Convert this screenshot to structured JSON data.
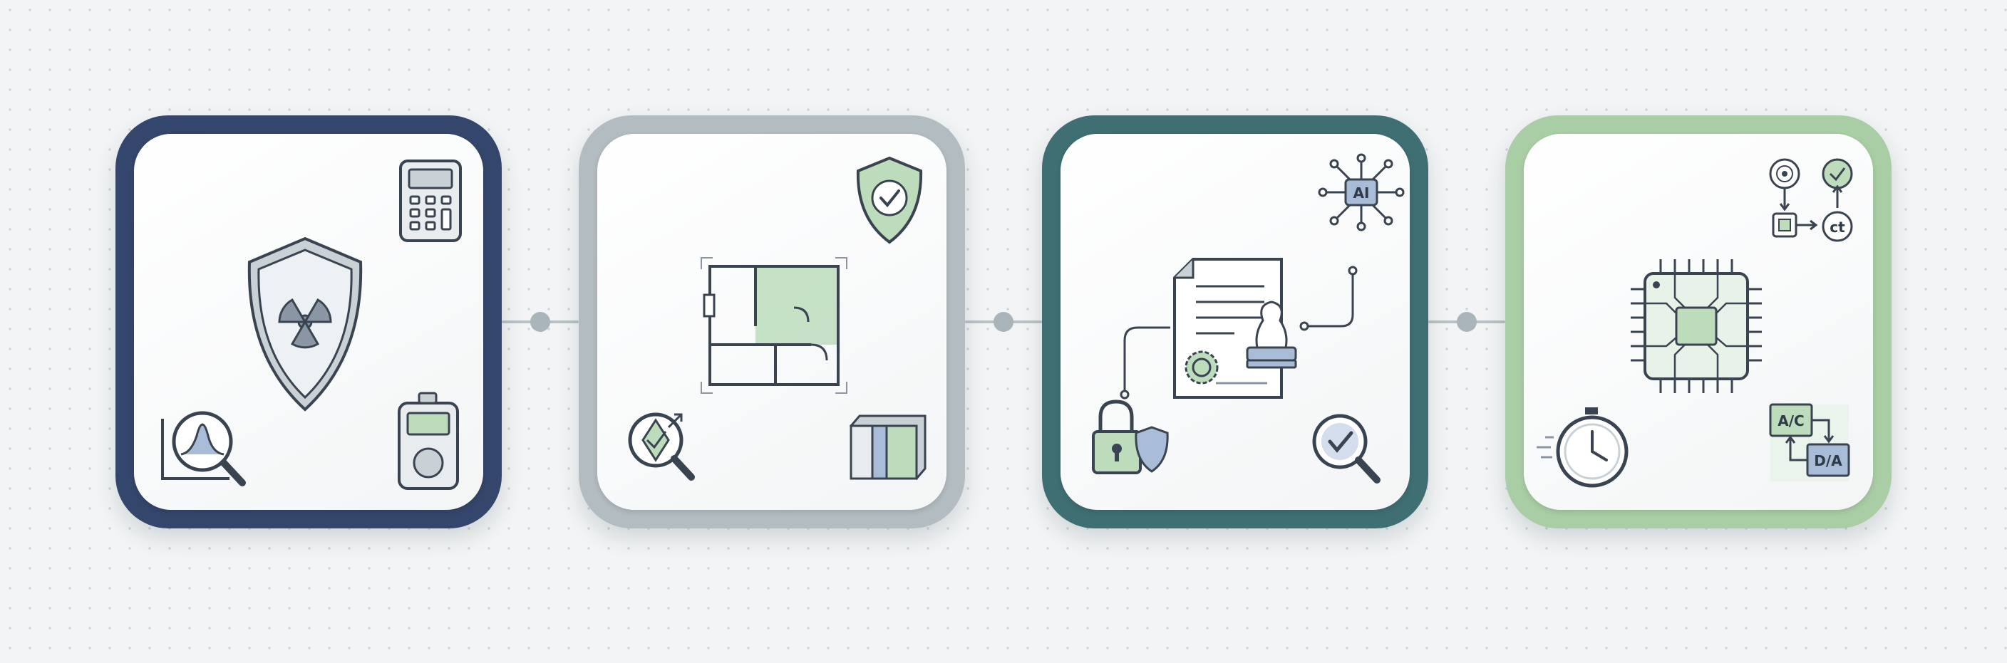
{
  "colors": {
    "background": "#f2f4f5",
    "card_1_border": "#34466b",
    "card_2_border": "#b3bcc1",
    "card_3_border": "#3f6f73",
    "card_4_border": "#a9cda5",
    "icon_stroke": "#3a4350",
    "icon_fill_gray": "#c9d0d6",
    "icon_fill_green": "#bcdcbc",
    "icon_fill_blue": "#a8bcd8",
    "connector": "#b8c2c6"
  },
  "cards": [
    {
      "icons": [
        "radiation-shield-icon",
        "calculator-icon",
        "spectrum-magnifier-icon",
        "dosimeter-icon"
      ]
    },
    {
      "icons": [
        "check-shield-icon",
        "floor-plan-icon",
        "verify-magnifier-icon",
        "shielding-block-icon"
      ]
    },
    {
      "icons": [
        "ai-chip-icon",
        "document-icon",
        "seal-icon",
        "stamp-icon",
        "padlock-shield-icon",
        "check-magnifier-icon"
      ]
    },
    {
      "icons": [
        "antenna-icon",
        "check-circle-icon",
        "small-chip-icon",
        "ct-circle-icon",
        "microchip-icon",
        "stopwatch-icon",
        "adc-dac-icon"
      ]
    }
  ],
  "labels": {
    "ai": "AI",
    "ct": "ct",
    "ac": "A/C",
    "da": "D/A"
  }
}
